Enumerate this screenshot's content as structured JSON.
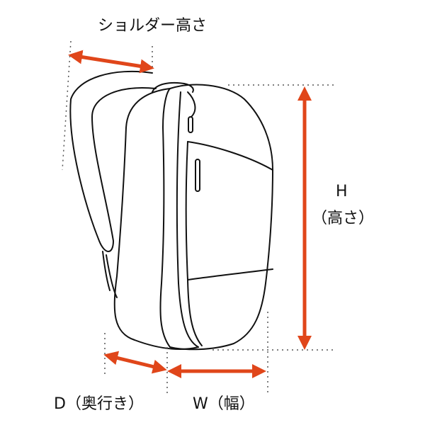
{
  "labels": {
    "shoulder_height": "ショルダー高さ",
    "height_letter": "H",
    "height_jp": "（高さ）",
    "depth": "D（奥行き）",
    "width": "W（幅）"
  },
  "colors": {
    "arrow": "#e0461a",
    "outline": "#111111",
    "guide": "#555555"
  }
}
